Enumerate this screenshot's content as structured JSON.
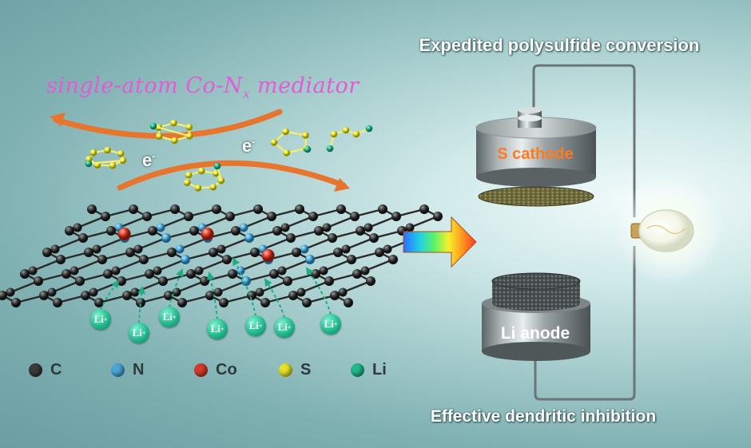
{
  "titles": {
    "top": "Expedited polysulfide conversion",
    "bottom": "Effective dendritic inhibition"
  },
  "mediator": {
    "prefix": "single-atom Co-N",
    "subscript": "x",
    "suffix": " mediator"
  },
  "electron": {
    "symbol": "e",
    "charge": "-"
  },
  "cell": {
    "cathode": "S cathode",
    "anode": "Li anode"
  },
  "ion": {
    "symbol": "Li",
    "charge": "+"
  },
  "legend": [
    {
      "label": "C",
      "color": "#3a3a3a"
    },
    {
      "label": "N",
      "color": "#4aa7d6"
    },
    {
      "label": "Co",
      "color": "#d63a2a"
    },
    {
      "label": "S",
      "color": "#e6e22a"
    },
    {
      "label": "Li",
      "color": "#22b98d"
    }
  ],
  "icons": [
    "curved-arrow-icon",
    "rainbow-arrow-icon",
    "light-bulb-icon"
  ]
}
